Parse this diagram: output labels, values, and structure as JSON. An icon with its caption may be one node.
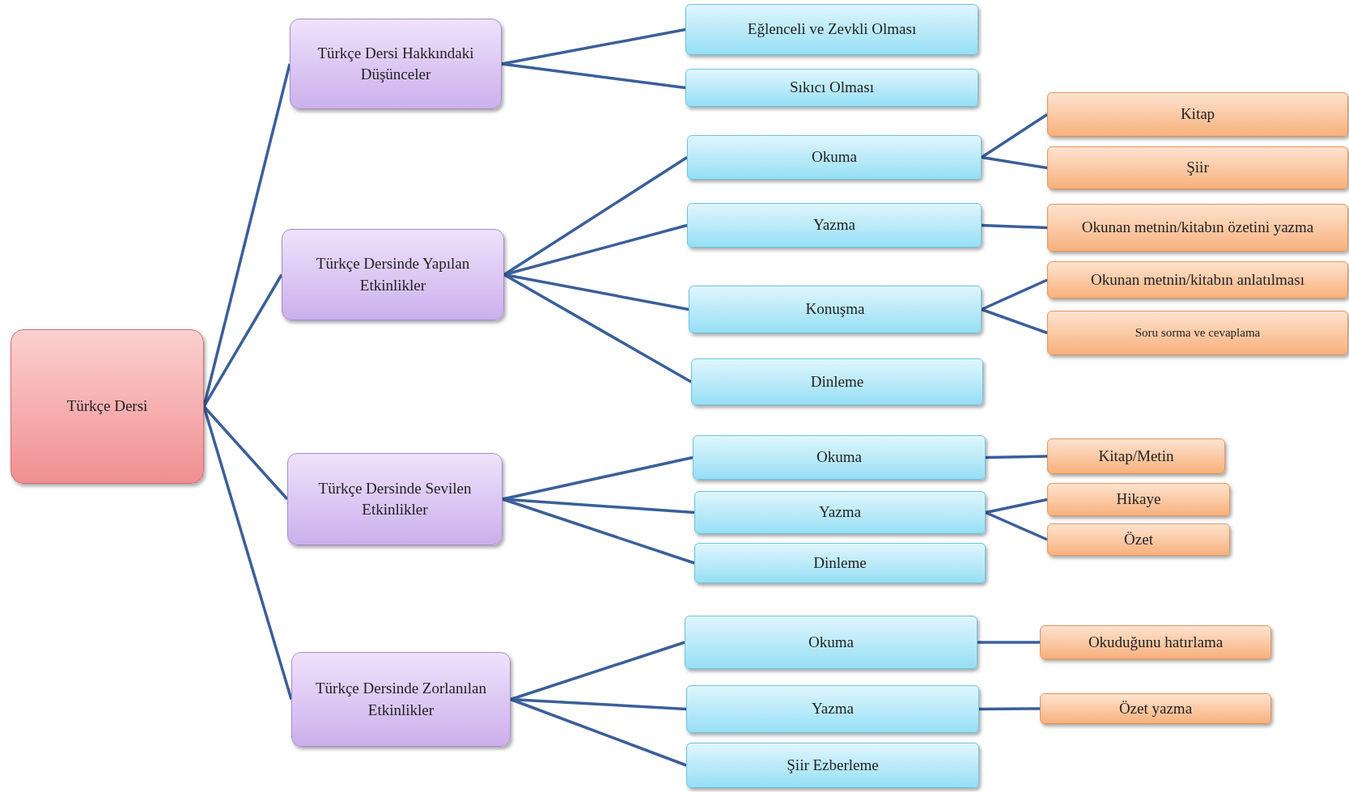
{
  "diagram": {
    "nodes": [
      {
        "text": [
          "Türkçe Dersi"
        ]
      },
      {
        "text": [
          "Türkçe Dersi Hakkındaki Düşünceler"
        ]
      },
      {
        "text": [
          "Eğlenceli ve Zevkli Olması"
        ]
      },
      {
        "text": [
          "Sıkıcı Olması"
        ]
      },
      {
        "text": [
          "Türkçe Dersinde Yapılan Etkinlikler"
        ]
      },
      {
        "text": [
          "Okuma"
        ]
      },
      {
        "text": [
          "Kitap"
        ]
      },
      {
        "text": [
          "Şiir"
        ]
      },
      {
        "text": [
          "Yazma"
        ]
      },
      {
        "text": [
          "Okunan metnin/kitabın özetini yazma"
        ]
      },
      {
        "text": [
          "Konuşma"
        ]
      },
      {
        "text": [
          "Okunan metnin/kitabın anlatılması"
        ]
      },
      {
        "text": [
          "Soru sorma ve cevaplama"
        ]
      },
      {
        "text": [
          "Dinleme"
        ]
      },
      {
        "text": [
          "Türkçe Dersinde Sevilen Etkinlikler"
        ]
      },
      {
        "text": [
          "Okuma"
        ]
      },
      {
        "text": [
          "Kitap/Metin"
        ]
      },
      {
        "text": [
          "Yazma"
        ]
      },
      {
        "text": [
          "Hikaye"
        ]
      },
      {
        "text": [
          "Özet"
        ]
      },
      {
        "text": [
          "Dinleme"
        ]
      },
      {
        "text": [
          "Türkçe Dersinde Zorlanılan Etkinlikler"
        ]
      },
      {
        "text": [
          "Okuma"
        ]
      },
      {
        "text": [
          "Okuduğunu hatırlama"
        ]
      },
      {
        "text": [
          "Yazma"
        ]
      },
      {
        "text": [
          "Özet yazma"
        ]
      },
      {
        "text": [
          "Şiir Ezberleme"
        ]
      }
    ],
    "edges": [
      {
        "from": 0,
        "to": 1,
        "arrow": "none"
      },
      {
        "from": 0,
        "to": 4,
        "arrow": "none"
      },
      {
        "from": 0,
        "to": 14,
        "arrow": "none"
      },
      {
        "from": 0,
        "to": 21,
        "arrow": "none"
      },
      {
        "from": 1,
        "to": 2,
        "arrow": "none"
      },
      {
        "from": 1,
        "to": 3,
        "arrow": "none"
      },
      {
        "from": 4,
        "to": 5,
        "arrow": "none"
      },
      {
        "from": 4,
        "to": 8,
        "arrow": "none"
      },
      {
        "from": 4,
        "to": 10,
        "arrow": "none"
      },
      {
        "from": 4,
        "to": 13,
        "arrow": "none"
      },
      {
        "from": 5,
        "to": 6,
        "arrow": "none"
      },
      {
        "from": 5,
        "to": 7,
        "arrow": "none"
      },
      {
        "from": 8,
        "to": 9,
        "arrow": "none"
      },
      {
        "from": 10,
        "to": 11,
        "arrow": "none"
      },
      {
        "from": 10,
        "to": 12,
        "arrow": "none"
      },
      {
        "from": 14,
        "to": 15,
        "arrow": "none"
      },
      {
        "from": 14,
        "to": 17,
        "arrow": "none"
      },
      {
        "from": 14,
        "to": 20,
        "arrow": "none"
      },
      {
        "from": 15,
        "to": 16,
        "arrow": "none"
      },
      {
        "from": 17,
        "to": 18,
        "arrow": "none"
      },
      {
        "from": 17,
        "to": 19,
        "arrow": "none"
      },
      {
        "from": 21,
        "to": 22,
        "arrow": "none"
      },
      {
        "from": 21,
        "to": 24,
        "arrow": "none"
      },
      {
        "from": 21,
        "to": 26,
        "arrow": "none"
      },
      {
        "from": 22,
        "to": 23,
        "arrow": "none"
      },
      {
        "from": 24,
        "to": 25,
        "arrow": "none"
      }
    ]
  }
}
